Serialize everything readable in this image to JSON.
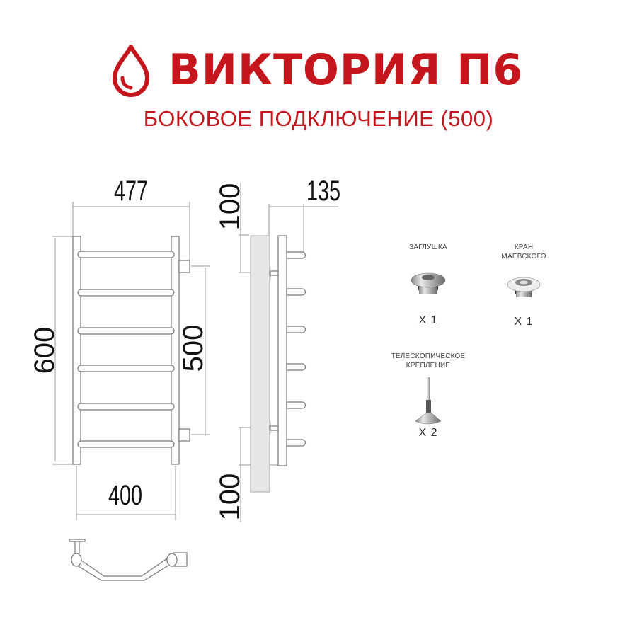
{
  "header": {
    "logo_icon": "water-drop-icon",
    "title": "ВИКТОРИЯ П6",
    "subtitle": "БОКОВОЕ ПОДКЛЮЧЕНИЕ (500)",
    "accent_color": "#c4161c"
  },
  "front_view": {
    "width_overall": "477",
    "height_overall": "600",
    "connection_distance": "500",
    "width_between_posts": "400",
    "rungs_count": 6
  },
  "side_view": {
    "depth": "135",
    "top_offset": "100",
    "bottom_offset": "100"
  },
  "accessories": [
    {
      "label_line1": "ЗАГЛУШКА",
      "label_line2": "",
      "qty": "X 1",
      "icon": "plug-cap-icon"
    },
    {
      "label_line1": "КРАН",
      "label_line2": "МАЕВСКОГО",
      "qty": "X 1",
      "icon": "air-valve-icon"
    },
    {
      "label_line1": "ТЕЛЕСКОПИЧЕСКОЕ",
      "label_line2": "КРЕПЛЕНИЕ",
      "qty": "X 2",
      "icon": "telescopic-mount-icon"
    }
  ]
}
